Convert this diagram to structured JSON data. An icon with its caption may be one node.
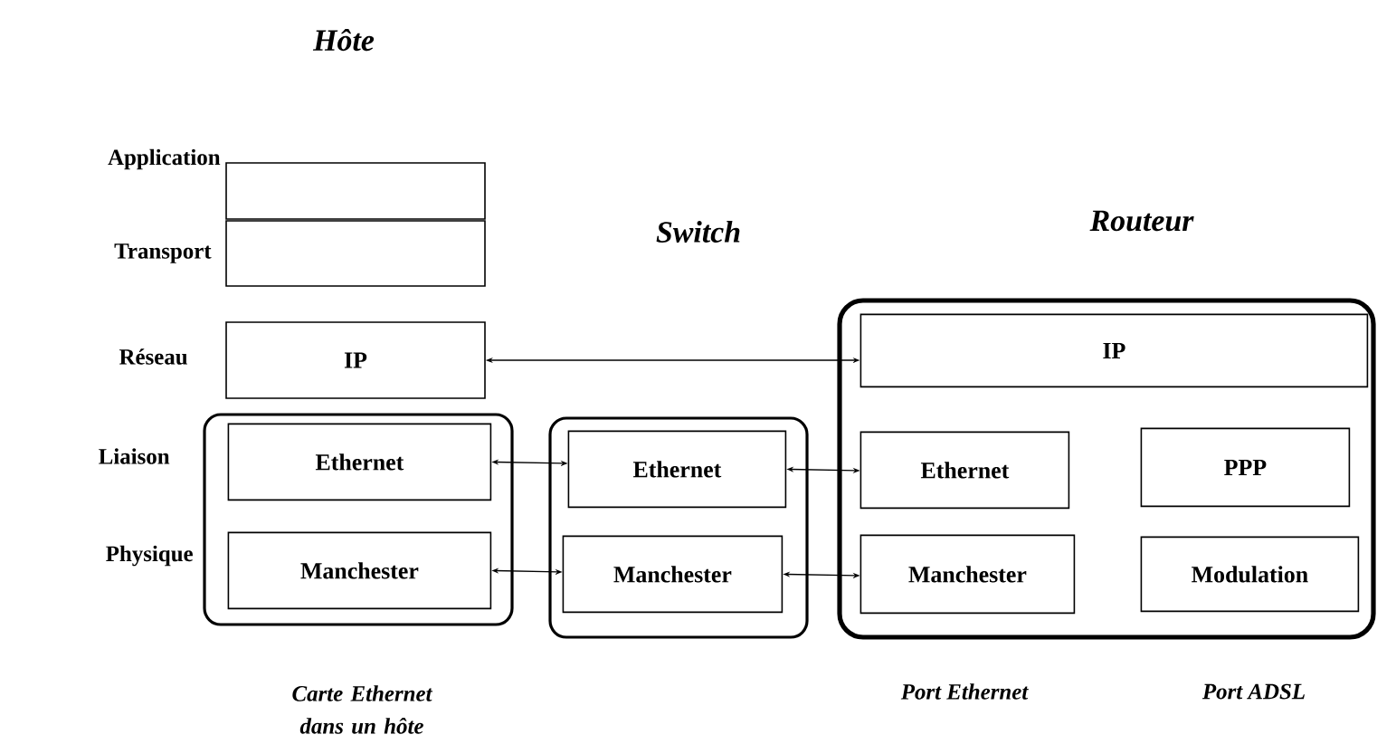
{
  "diagram": {
    "nodes": [
      {
        "text": [],
        "shape": "box"
      },
      {
        "text": [],
        "shape": "box"
      },
      {
        "text": [
          "IP"
        ]
      },
      {
        "text": [],
        "shape": "box",
        "beside": [
          "Carte Ethernet dans un hôte"
        ]
      },
      {
        "text": [
          "Ethernet"
        ],
        "in": 3
      },
      {
        "text": [
          "Manchester"
        ],
        "in": 3
      },
      {
        "text": [],
        "shape": "box"
      },
      {
        "text": [
          "Ethernet"
        ],
        "in": 6
      },
      {
        "text": [
          "Manchester"
        ],
        "in": 6
      },
      {
        "text": [],
        "shape": "box"
      },
      {
        "text": [
          "IP"
        ],
        "in": 9
      },
      {
        "text": [
          "Ethernet"
        ],
        "in": 9
      },
      {
        "text": [
          "PPP"
        ],
        "in": 9
      },
      {
        "text": [
          "Manchester"
        ],
        "in": 9
      },
      {
        "text": [
          "Modulation"
        ],
        "in": 9
      }
    ],
    "edges": [
      {
        "from": 2,
        "to": 10,
        "arrow": "both"
      },
      {
        "from": 4,
        "to": 7,
        "arrow": "both"
      },
      {
        "from": 7,
        "to": 11,
        "arrow": "both"
      },
      {
        "from": 5,
        "to": 8,
        "arrow": "both"
      },
      {
        "from": 8,
        "to": 13,
        "arrow": "both"
      }
    ],
    "labels": [
      "Hôte",
      "Application",
      "Switch",
      "Routeur",
      "Transport",
      "Réseau",
      "Liaison",
      "Physique",
      "Port Ethernet",
      "Port ADSL"
    ]
  }
}
